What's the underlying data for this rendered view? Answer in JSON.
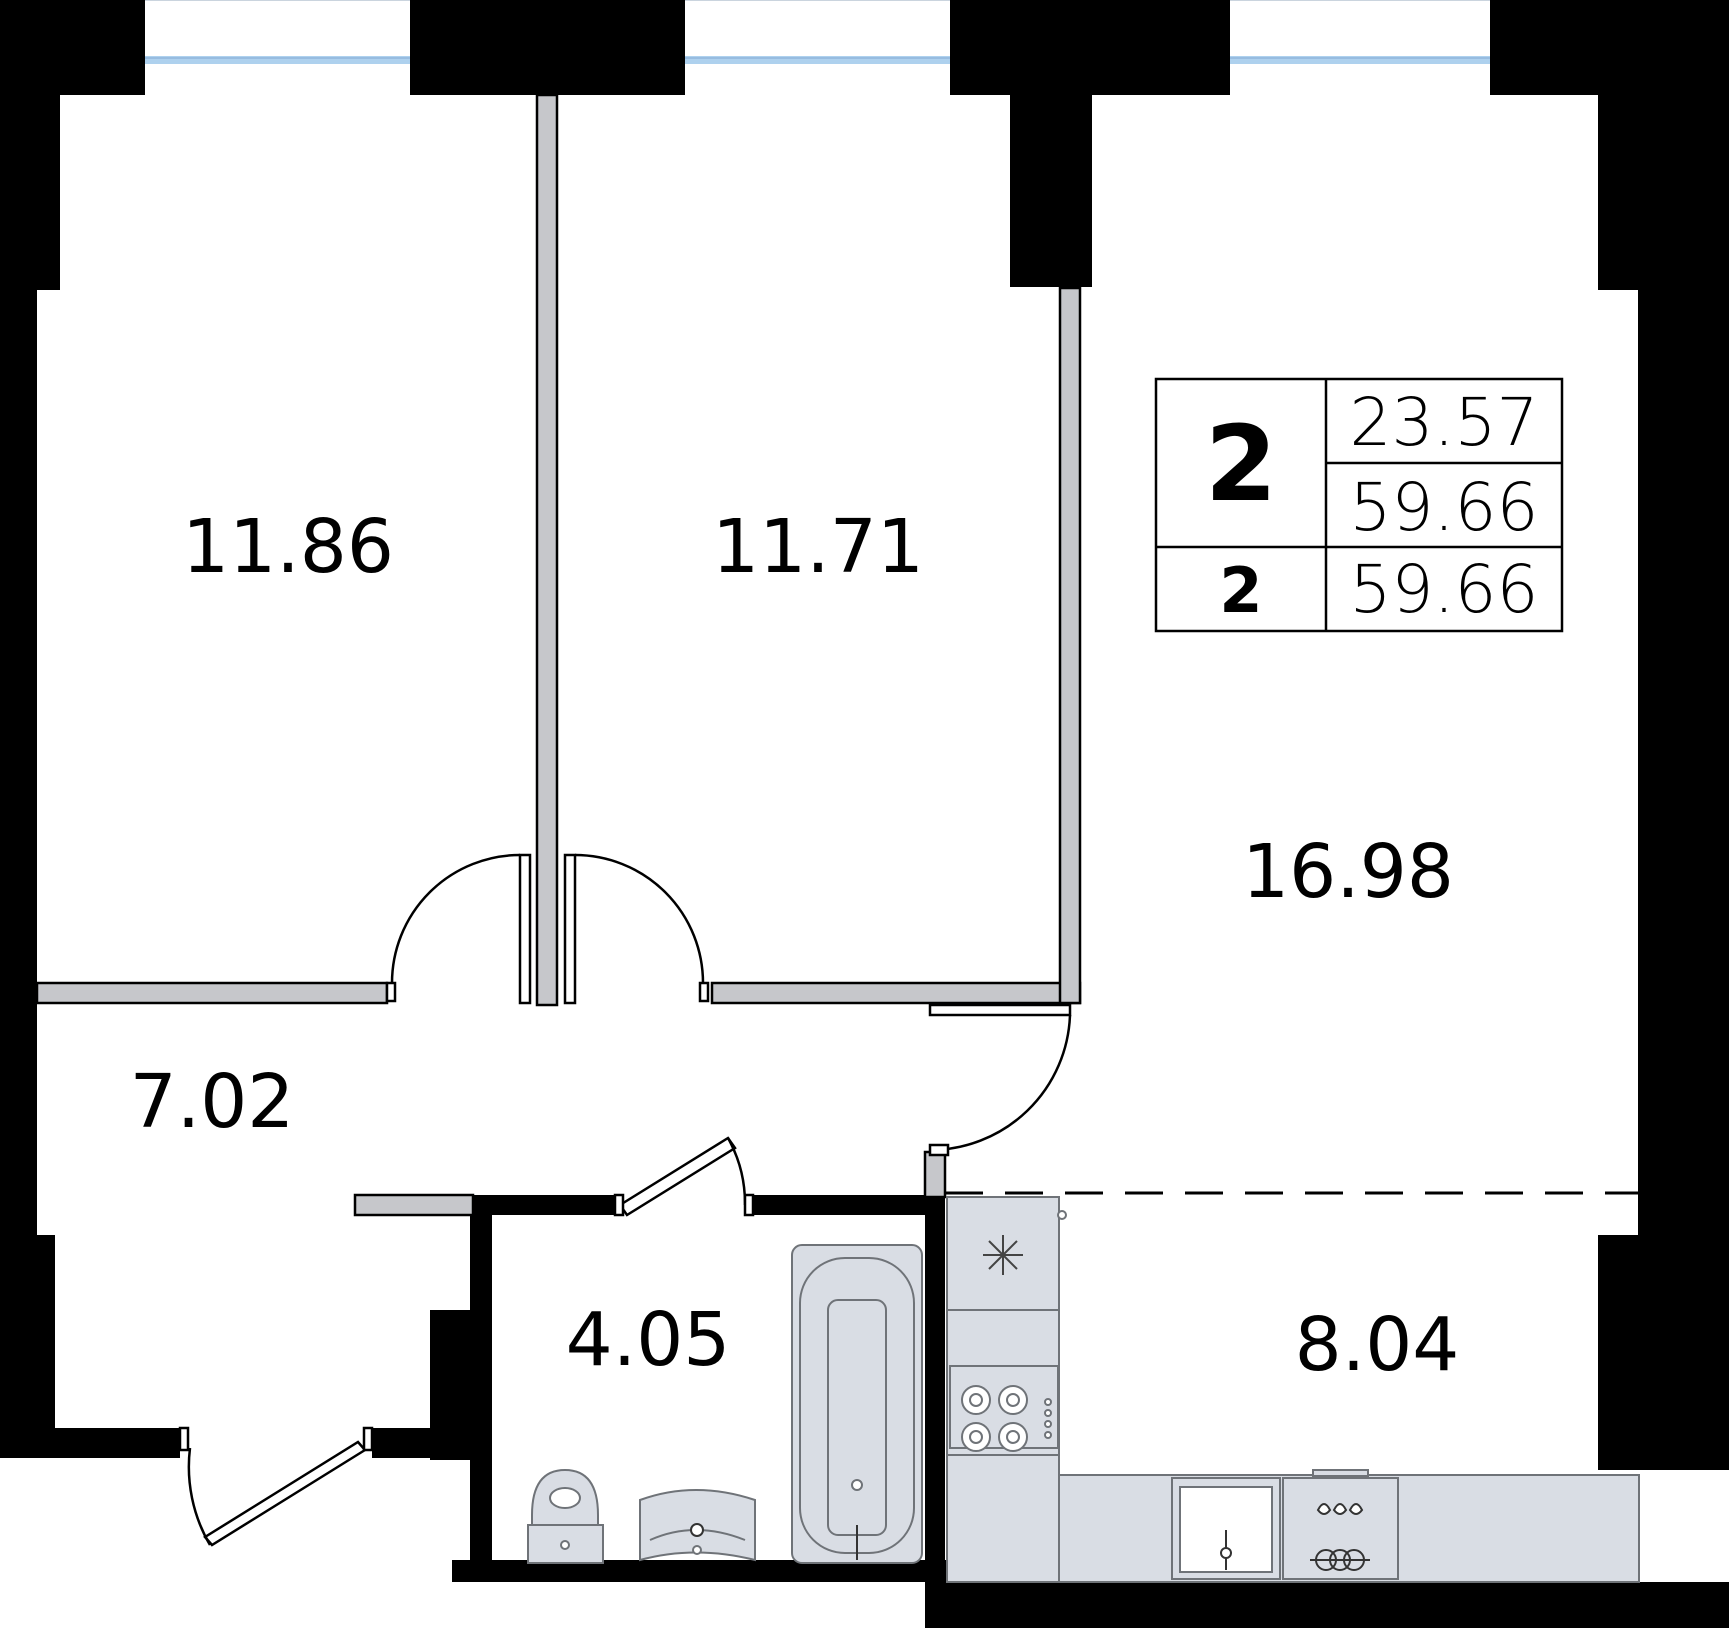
{
  "colors": {
    "wall": "#000000",
    "partition": "#c6c7cb",
    "fixture": "#d9dde4",
    "window": "#aed1ee",
    "background": "#ffffff"
  },
  "rooms": [
    {
      "id": "bedroom-left",
      "area": "11.86"
    },
    {
      "id": "bedroom-middle",
      "area": "11.71"
    },
    {
      "id": "living-room",
      "area": "16.98"
    },
    {
      "id": "hallway",
      "area": "7.02"
    },
    {
      "id": "bathroom",
      "area": "4.05"
    },
    {
      "id": "kitchen",
      "area": "8.04"
    }
  ],
  "summary": {
    "rooms_count": "2",
    "living_area": "23.57",
    "total_area": "59.66",
    "floor": "2",
    "total_area_repeat": "59.66"
  },
  "icons": [
    "window-icon",
    "door-swing-icon",
    "fridge-icon",
    "stove-icon",
    "sink-icon",
    "washing-machine-icon",
    "toilet-icon",
    "washbasin-icon",
    "bathtub-icon",
    "snowflake-icon"
  ]
}
